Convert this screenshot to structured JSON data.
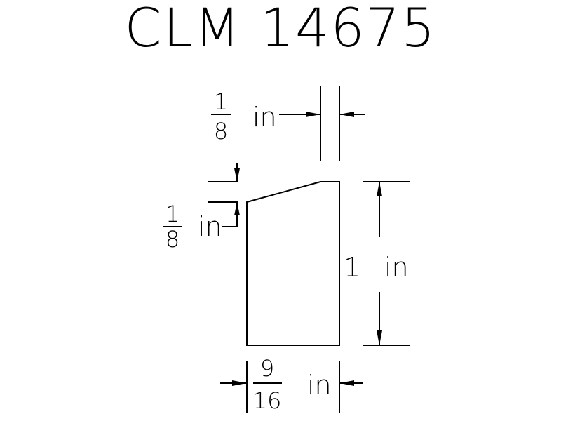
{
  "title": "CLM 14675",
  "dimensions": {
    "top_gap": {
      "numerator": "1",
      "denominator": "8",
      "unit": "in"
    },
    "left_drop": {
      "numerator": "1",
      "denominator": "8",
      "unit": "in"
    },
    "height": {
      "value": "1",
      "unit": "in"
    },
    "width": {
      "numerator": "9",
      "denominator": "16",
      "unit": "in"
    }
  }
}
